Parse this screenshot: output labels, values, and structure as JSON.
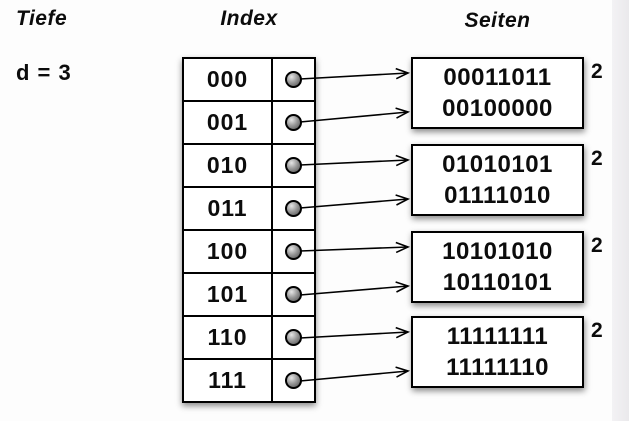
{
  "labels": {
    "depth_header": "Tiefe",
    "depth_value": "d = 3",
    "index_header": "Index",
    "pages_header": "Seiten"
  },
  "index": {
    "entries": [
      "000",
      "001",
      "010",
      "011",
      "100",
      "101",
      "110",
      "111"
    ]
  },
  "pages": [
    {
      "records": [
        "00011011",
        "00100000"
      ],
      "local_depth": "2"
    },
    {
      "records": [
        "01010101",
        "01111010"
      ],
      "local_depth": "2"
    },
    {
      "records": [
        "10101010",
        "10110101"
      ],
      "local_depth": "2"
    },
    {
      "records": [
        "11111111",
        "11111110"
      ],
      "local_depth": "2"
    }
  ],
  "links": [
    {
      "from": "000",
      "to_page": 0
    },
    {
      "from": "001",
      "to_page": 0
    },
    {
      "from": "010",
      "to_page": 1
    },
    {
      "from": "011",
      "to_page": 1
    },
    {
      "from": "100",
      "to_page": 2
    },
    {
      "from": "101",
      "to_page": 2
    },
    {
      "from": "110",
      "to_page": 3
    },
    {
      "from": "111",
      "to_page": 3
    }
  ]
}
